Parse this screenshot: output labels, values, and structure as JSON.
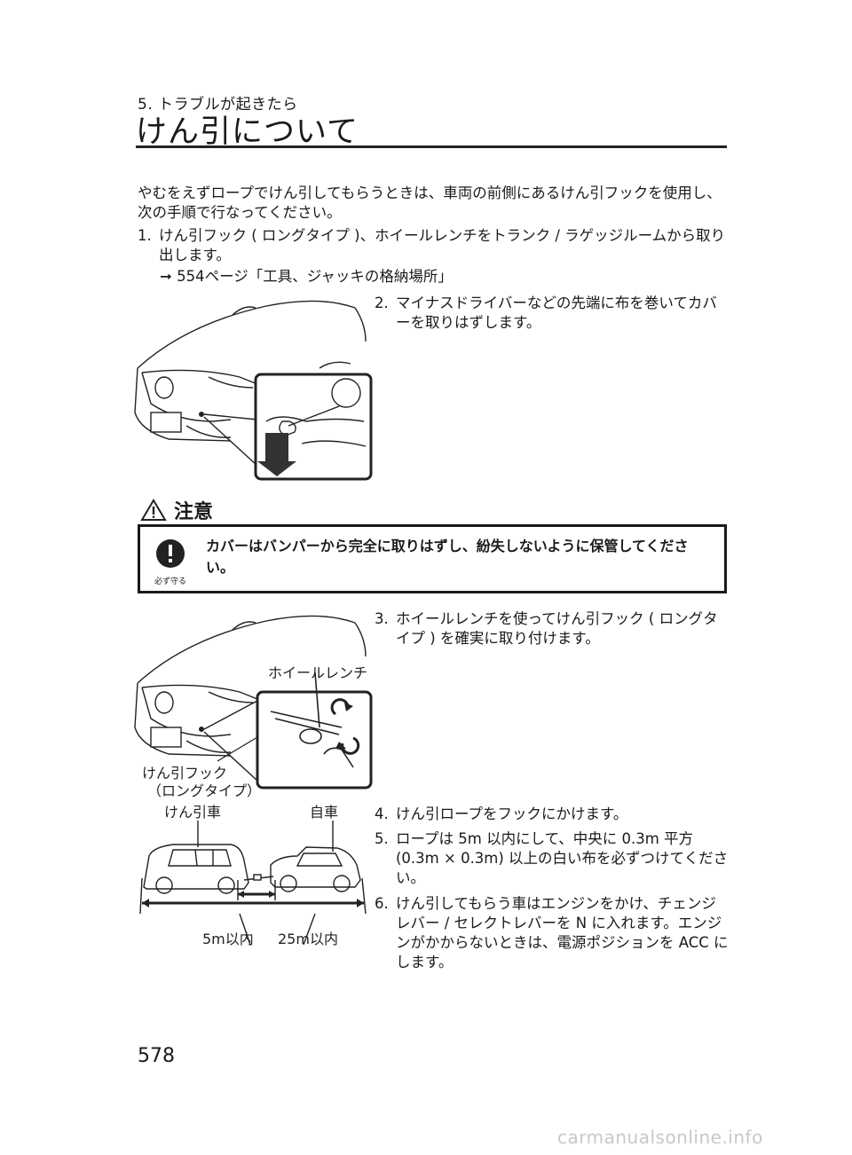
{
  "header": {
    "section": "5. トラブルが起きたら",
    "title": "けん引について"
  },
  "intro": "やむをえずロープでけん引してもらうときは、車両の前側にあるけん引フックを使用し、次の手順で行なってください。",
  "steps": [
    {
      "num": "1.",
      "text": "けん引フック ( ロングタイプ )、ホイールレンチをトランク / ラゲッジルームから取り出します。"
    },
    {
      "num": "2.",
      "text": "マイナスドライバーなどの先端に布を巻いてカバーを取りはずします。"
    },
    {
      "num": "3.",
      "text": "ホイールレンチを使ってけん引フック ( ロングタイプ ) を確実に取り付けます。"
    },
    {
      "num": "4.",
      "text": "けん引ロープをフックにかけます。"
    },
    {
      "num": "5.",
      "text": "ロープは 5m 以内にして、中央に 0.3m 平方 (0.3m × 0.3m) 以上の白い布を必ずつけてください。"
    },
    {
      "num": "6.",
      "text": "けん引してもらう車はエンジンをかけ、チェンジレバー / セレクトレバーを N に入れます。エンジンがかからないときは、電源ポジションを ACC にします。"
    }
  ],
  "reference": "➞ 554ページ「工具、ジャッキの格納場所」",
  "caution": {
    "title": "注意",
    "must_label": "必ず守る",
    "text": "カバーはバンパーから完全に取りはずし、紛失しないように保管してください。"
  },
  "figure2": {
    "wrench_label": "ホイールレンチ",
    "hook_label_1": "けん引フック",
    "hook_label_2": "（ロングタイプ）"
  },
  "figure3": {
    "tow_car_label": "けん引車",
    "own_car_label": "自車",
    "rope_label": "5m以内",
    "total_label": "25m以内"
  },
  "page_number": "578",
  "watermark": "carmanualsonline.info"
}
